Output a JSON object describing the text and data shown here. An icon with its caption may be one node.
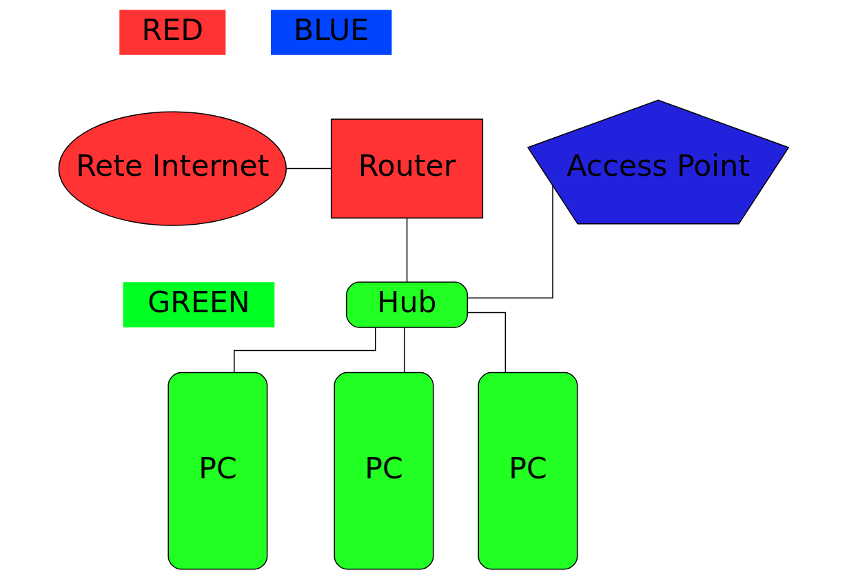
{
  "diagram": {
    "nodes": [
      {
        "text": [
          "RED"
        ]
      },
      {
        "text": [
          "BLUE"
        ]
      },
      {
        "text": [
          "Rete Internet"
        ]
      },
      {
        "text": [
          "Router"
        ]
      },
      {
        "text": [
          "Access Point"
        ]
      },
      {
        "text": [
          "GREEN"
        ]
      },
      {
        "text": [
          "Hub"
        ]
      },
      {
        "text": [
          "PC"
        ]
      },
      {
        "text": [
          "PC"
        ]
      },
      {
        "text": [
          "PC"
        ]
      }
    ],
    "edges": [
      {
        "from": 2,
        "to": 3,
        "arrow": "none"
      },
      {
        "from": 3,
        "to": 6,
        "arrow": "none"
      },
      {
        "from": 4,
        "to": 6,
        "arrow": "none"
      },
      {
        "from": 6,
        "to": 7,
        "arrow": "none"
      },
      {
        "from": 6,
        "to": 8,
        "arrow": "none"
      },
      {
        "from": 6,
        "to": 9,
        "arrow": "none"
      }
    ]
  }
}
